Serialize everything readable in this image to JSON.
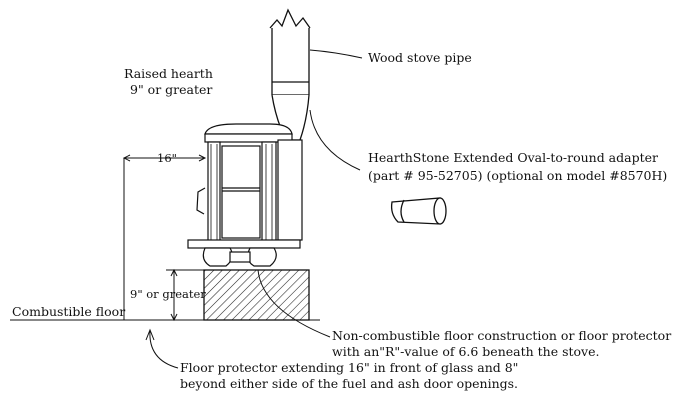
{
  "labels": {
    "wood_stove_pipe": "Wood stove pipe",
    "raised_hearth_line1": "Raised hearth",
    "raised_hearth_line2": "9\" or greater",
    "dim_16": "16\"",
    "adapter_line1": "HearthStone Extended Oval-to-round adapter",
    "adapter_line2": "(part # 95-52705) (optional on model #8570H)",
    "nine_or_greater": "9\" or greater",
    "combustible_floor": "Combustible floor",
    "noncombustible_line1": "Non-combustible floor construction or floor protector",
    "noncombustible_line2": "with an\"R\"-value of 6.6 beneath the stove.",
    "floor_protector_line1": "Floor protector extending 16\" in front of glass and 8\"",
    "floor_protector_line2": "beyond either side of the fuel and ash door openings."
  },
  "colors": {
    "line": "#111111",
    "stove_fill": "#ffffff"
  }
}
